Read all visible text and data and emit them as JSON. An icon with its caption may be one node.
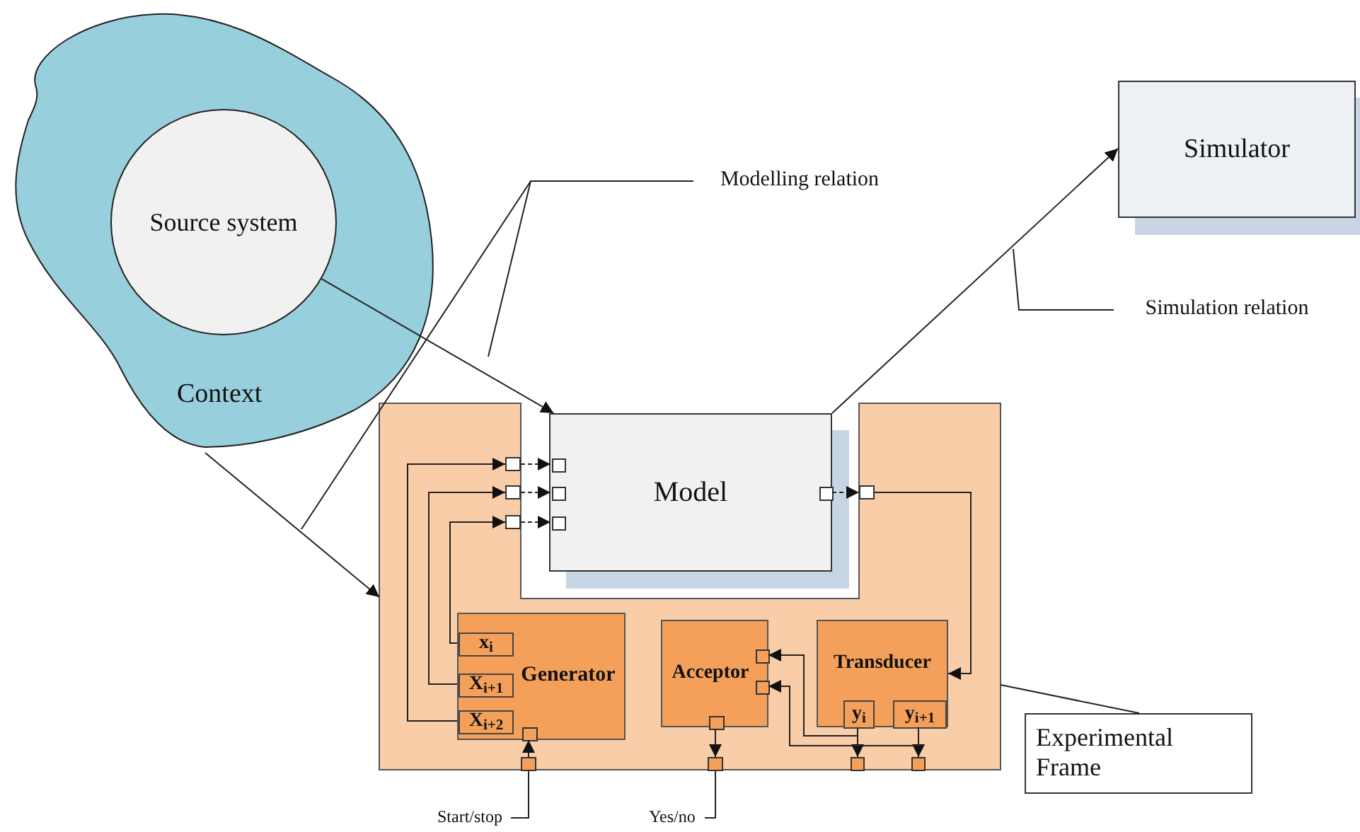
{
  "diagram": {
    "nodes": [
      {
        "text": [
          "Context"
        ]
      },
      {
        "text": [
          "Source system"
        ],
        "in": 0
      },
      {
        "text": [
          "Modelling relation"
        ]
      },
      {
        "text": [
          "Simulator"
        ]
      },
      {
        "text": [
          "Simulation relation"
        ]
      },
      {
        "text": [],
        "shape": "box"
      },
      {
        "text": [
          "Model"
        ],
        "in": 5
      },
      {
        "text": [
          "Generator"
        ],
        "in": 5
      },
      {
        "text": [
          "x$_{i}$"
        ],
        "in": 7
      },
      {
        "text": [
          "X$_{i+1}$"
        ],
        "in": 7
      },
      {
        "text": [
          "X$_{i+2}$"
        ],
        "in": 7
      },
      {
        "text": [
          "Acceptor"
        ],
        "in": 5
      },
      {
        "text": [
          "Transducer"
        ],
        "in": 5
      },
      {
        "text": [
          "y$_{i}$"
        ],
        "in": 12
      },
      {
        "text": [
          "y$_{i+1}$"
        ],
        "in": 12
      },
      {
        "text": [
          "Experimental Frame"
        ]
      },
      {
        "text": [
          "Start/stop"
        ]
      },
      {
        "text": [
          "Yes/no"
        ]
      },
      {
        "text": [],
        "shape": "box",
        "in": 5
      },
      {
        "text": [],
        "shape": "box",
        "in": 5
      },
      {
        "text": [],
        "shape": "box",
        "in": 5
      },
      {
        "text": [],
        "shape": "box",
        "in": 6
      },
      {
        "text": [],
        "shape": "box",
        "in": 6
      },
      {
        "text": [],
        "shape": "box",
        "in": 6
      },
      {
        "text": [],
        "shape": "box",
        "in": 6
      },
      {
        "text": [],
        "shape": "box",
        "in": 5
      },
      {
        "text": [],
        "shape": "box",
        "in": 7
      },
      {
        "text": [],
        "shape": "box",
        "in": 5
      },
      {
        "text": [],
        "shape": "box",
        "in": 11
      },
      {
        "text": [],
        "shape": "box",
        "in": 11
      },
      {
        "text": [],
        "shape": "box",
        "in": 11
      },
      {
        "text": [],
        "shape": "box",
        "in": 5
      },
      {
        "text": [],
        "shape": "box",
        "in": 5
      },
      {
        "text": [],
        "shape": "box",
        "in": 5
      }
    ],
    "edges": [
      {
        "from": 1,
        "to": 6,
        "arrow": "to"
      },
      {
        "from": 0,
        "to": 5,
        "arrow": "to"
      },
      {
        "from": 6,
        "to": 3,
        "arrow": "to"
      },
      {
        "from": 2,
        "to": null,
        "arrow": "none"
      },
      {
        "from": 2,
        "to": null,
        "arrow": "none"
      },
      {
        "from": 4,
        "to": null,
        "arrow": "none"
      },
      {
        "from": 15,
        "to": 5,
        "arrow": "none"
      },
      {
        "from": 18,
        "to": 21,
        "arrow": "to",
        "style": "dashed"
      },
      {
        "from": 19,
        "to": 22,
        "arrow": "to",
        "style": "dashed"
      },
      {
        "from": 20,
        "to": 23,
        "arrow": "to",
        "style": "dashed"
      },
      {
        "from": 24,
        "to": 25,
        "arrow": "to",
        "style": "dashed"
      },
      {
        "from": 8,
        "to": 20,
        "arrow": "to"
      },
      {
        "from": 9,
        "to": 19,
        "arrow": "to"
      },
      {
        "from": 10,
        "to": 18,
        "arrow": "to"
      },
      {
        "from": 25,
        "to": 12,
        "arrow": "to"
      },
      {
        "from": 27,
        "to": 26,
        "arrow": "to"
      },
      {
        "from": 16,
        "to": 27,
        "arrow": "none"
      },
      {
        "from": 30,
        "to": 31,
        "arrow": "to"
      },
      {
        "from": 17,
        "to": 31,
        "arrow": "none"
      },
      {
        "from": 13,
        "to": 32,
        "arrow": "to"
      },
      {
        "from": 14,
        "to": 33,
        "arrow": "to"
      },
      {
        "from": 13,
        "to": 28,
        "arrow": "to"
      },
      {
        "from": 14,
        "to": 29,
        "arrow": "to"
      }
    ]
  }
}
